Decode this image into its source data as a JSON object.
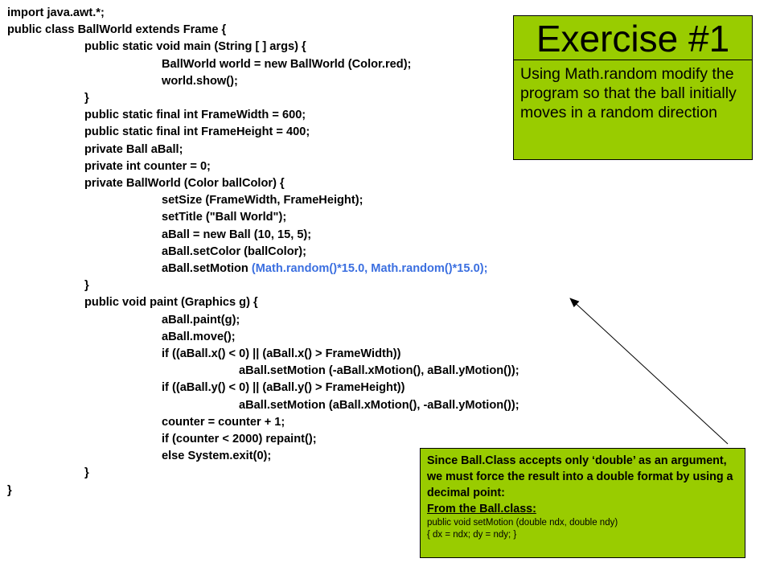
{
  "code_lines": [
    {
      "indent": 0,
      "text": "import java.awt.*;"
    },
    {
      "indent": 0,
      "text": "public class BallWorld extends Frame {"
    },
    {
      "indent": 1,
      "text": "public static void main (String [ ] args) {"
    },
    {
      "indent": 2,
      "text": "BallWorld world = new BallWorld (Color.red);"
    },
    {
      "indent": 2,
      "text": "world.show();"
    },
    {
      "indent": 1,
      "text": "}"
    },
    {
      "indent": 1,
      "text": "public static final int FrameWidth = 600;"
    },
    {
      "indent": 1,
      "text": "public static final int FrameHeight = 400;"
    },
    {
      "indent": 1,
      "text": "private Ball aBall;"
    },
    {
      "indent": 1,
      "text": "private int counter = 0;"
    },
    {
      "indent": 1,
      "text": "private BallWorld (Color ballColor) {"
    },
    {
      "indent": 2,
      "text": "setSize (FrameWidth, FrameHeight);"
    },
    {
      "indent": 2,
      "text": "setTitle (\"Ball World\");"
    },
    {
      "indent": 2,
      "text": "aBall = new Ball (10, 15, 5);"
    },
    {
      "indent": 2,
      "text": "aBall.setColor (ballColor);"
    },
    {
      "indent": 2,
      "text": "aBall.setMotion ",
      "highlight": "(Math.random()*15.0, Math.random()*15.0);"
    },
    {
      "indent": 1,
      "text": "}"
    },
    {
      "indent": 1,
      "text": "public void paint (Graphics g) {"
    },
    {
      "indent": 2,
      "text": "aBall.paint(g);"
    },
    {
      "indent": 2,
      "text": "aBall.move();"
    },
    {
      "indent": 2,
      "text": "if ((aBall.x() < 0) || (aBall.x() > FrameWidth))"
    },
    {
      "indent": 3,
      "text": "aBall.setMotion (-aBall.xMotion(), aBall.yMotion());"
    },
    {
      "indent": 2,
      "text": "if ((aBall.y() < 0) || (aBall.y() > FrameHeight))"
    },
    {
      "indent": 3,
      "text": "aBall.setMotion (aBall.xMotion(), -aBall.yMotion());"
    },
    {
      "indent": 2,
      "text": "counter = counter + 1;"
    },
    {
      "indent": 2,
      "text": "if (counter < 2000) repaint();"
    },
    {
      "indent": 2,
      "text": "else System.exit(0);"
    },
    {
      "indent": 1,
      "text": "}"
    },
    {
      "indent": 0,
      "text": "}"
    }
  ],
  "exercise": {
    "title": "Exercise #1",
    "body": "Using Math.random modify the program so that the ball initially moves in a random direction"
  },
  "note": {
    "text": "Since Ball.Class accepts only ‘double’ as an argument, we must force the result into a double format by using a decimal point:",
    "heading": "From the Ball.class:",
    "code_line1": "public void setMotion (double ndx, double ndy)",
    "code_line2": "{ dx = ndx; dy = ndy; }"
  },
  "colors": {
    "highlight": "#3b6fe0",
    "box_fill": "#99cc00"
  }
}
